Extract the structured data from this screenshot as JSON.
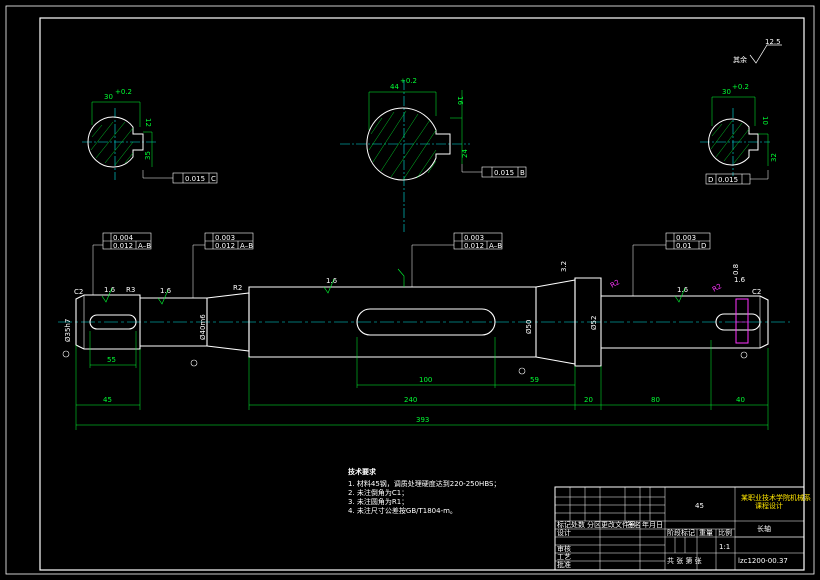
{
  "colors": {
    "background": "#000000",
    "outline": "#ffffff",
    "dimension": "#00ff33",
    "centerline": "#00e5e5",
    "highlight": "#ff33ff",
    "title_text": "#ffe600"
  },
  "sections": {
    "left": {
      "width_dim": "30",
      "width_tol": "+0.2",
      "key_dim": "12",
      "depth_dim": "35",
      "tol_value": "0.015",
      "tol_datum": "C"
    },
    "middle": {
      "width_dim": "44",
      "width_tol": "+0.2",
      "key_dim": "16",
      "depth_dim": "24",
      "tol_value": "0.015",
      "tol_datum": "B"
    },
    "right": {
      "width_dim": "30",
      "width_tol": "+0.2",
      "key_dim": "10",
      "depth_dim": "32",
      "tol_value": "0.015",
      "tol_datum": "D"
    }
  },
  "roughness_note": {
    "label": "其余",
    "value": "12.5"
  },
  "shaft": {
    "chamfer_left": "C2",
    "chamfer_right": "C2",
    "radius_marks": [
      "R3",
      "R2",
      "R2",
      "R2"
    ],
    "roughness_marks": [
      "1.6",
      "1.6",
      "1.6",
      "1.6",
      "1.6",
      "3.2",
      "0.8"
    ],
    "diameter_marks": [
      "Ø35h7",
      "Ø40m6",
      "Ø50",
      "Ø52"
    ],
    "tol_frames": [
      {
        "row1": "0.004",
        "row2": "0.012",
        "datum": "A–B"
      },
      {
        "row1": "0.003",
        "row2": "0.012",
        "datum": "A–B"
      },
      {
        "row1": "0.003",
        "row2": "0.012",
        "datum": "A–B"
      },
      {
        "row1": "0.003",
        "row2": "0.01",
        "datum": "D"
      }
    ],
    "keyway_dims": {
      "left": "55",
      "middle": "100",
      "middle_offset": "59"
    },
    "dims": {
      "left_seg": "45",
      "middle_seg": "240",
      "collar": "20",
      "right_seg": "80",
      "right_end": "40",
      "overall": "393"
    }
  },
  "notes": {
    "title": "技术要求",
    "items": [
      "1. 材料45钢，调质处理硬度达到220-250HBS；",
      "2. 未注倒角为C1；",
      "3. 未注圆角为R1；",
      "4. 未注尺寸公差按GB/T1804-m。"
    ]
  },
  "title_block": {
    "material": "45",
    "org_line1": "某职业技术学院机械系",
    "org_line2": "课程设计",
    "part_name": "长轴",
    "drawing_no": "lzc1200-00.37",
    "row_labels": [
      "标记",
      "处数",
      "分区",
      "更改文件号",
      "签名",
      "年月日"
    ],
    "role_labels": [
      "设计",
      "审核",
      "工艺",
      "批准"
    ],
    "stage_labels": [
      "阶段标记",
      "重量",
      "比例"
    ],
    "scale": "1:1",
    "sheet": "共 张 第 张"
  }
}
